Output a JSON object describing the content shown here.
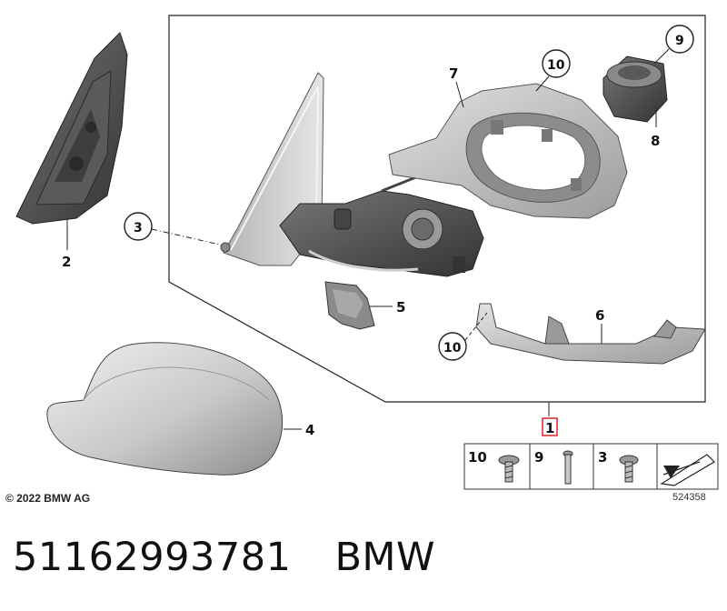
{
  "callouts": {
    "c1": "1",
    "c2": "2",
    "c3": "3",
    "c4": "4",
    "c5": "5",
    "c6": "6",
    "c7": "7",
    "c8": "8",
    "c9": "9",
    "c10a": "10",
    "c10b": "10"
  },
  "legend_table": {
    "cells": [
      {
        "label": "10"
      },
      {
        "label": "9"
      },
      {
        "label": "3"
      }
    ]
  },
  "footer": {
    "copyright": "© 2022 BMW AG",
    "image_number": "524358"
  },
  "part": {
    "number": "51162993781",
    "brand": "BMW"
  },
  "colors": {
    "highlight": "#d8262a",
    "line": "#222222"
  }
}
